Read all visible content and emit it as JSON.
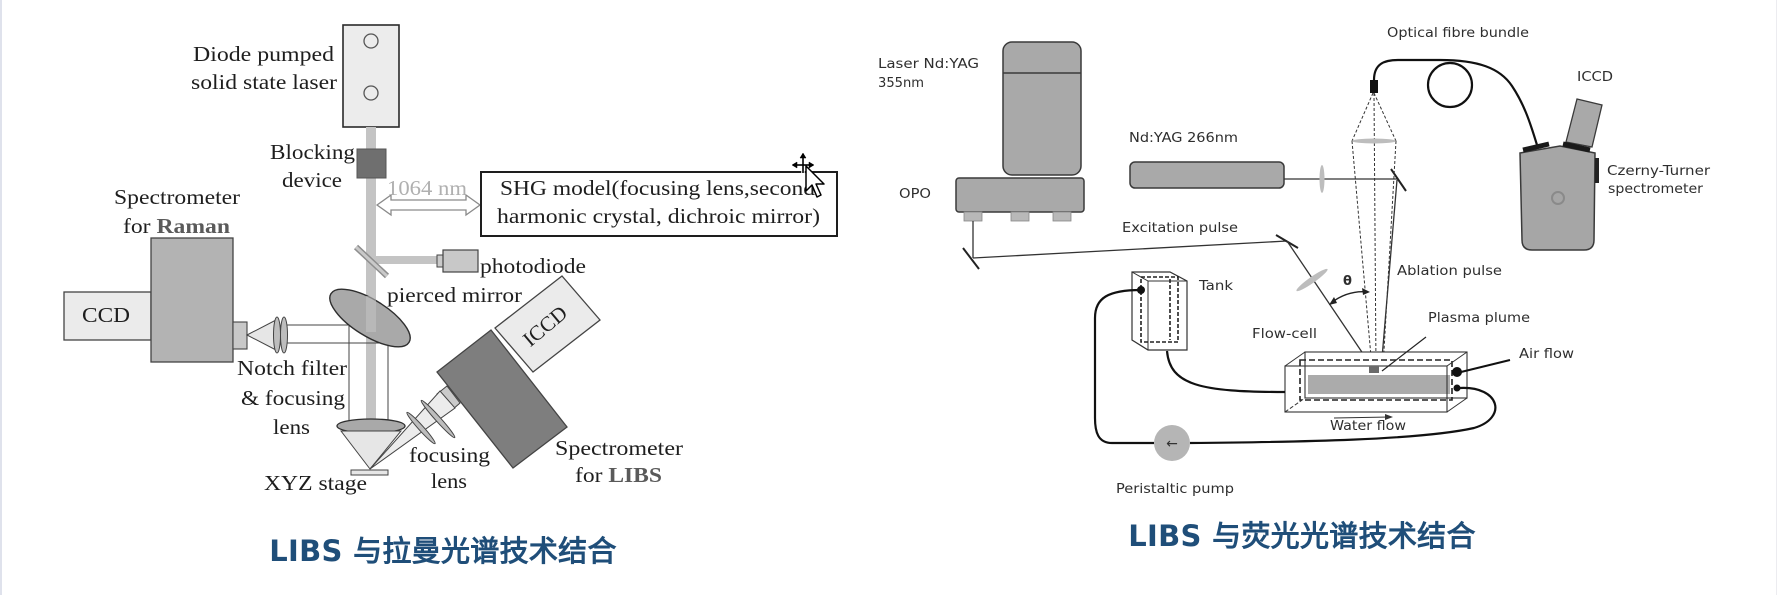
{
  "slide": {
    "left_figure": {
      "caption": "LIBS 与拉曼光谱技术结合",
      "laser_label": [
        "Diode pumped",
        "solid state laser"
      ],
      "blocking_label": [
        "Blocking",
        "device"
      ],
      "wavelength_label": "1064 nm",
      "shg_label": [
        "SHG model(focusing lens,second",
        "harmonic crystal, dichroic mirror)"
      ],
      "photodiode_label": "photodiode",
      "pierced_mirror_label": "pierced mirror",
      "raman_spectrometer_label": {
        "line1": "Spectrometer",
        "line2_prefix": "for ",
        "line2_emphasis": "Raman"
      },
      "ccd_label": "CCD",
      "notch_filter_label": [
        "Notch filter",
        "& focusing",
        "lens"
      ],
      "stage_label": "XYZ stage",
      "focusing_lens_label": [
        "focusing",
        "lens"
      ],
      "iccd_label": "ICCD",
      "libs_spectrometer_label": {
        "line1": "Spectrometer",
        "line2_prefix": "for ",
        "line2_emphasis": "LIBS"
      }
    },
    "right_figure": {
      "caption": "LIBS 与荧光光谱技术结合",
      "laser_355_label": [
        "Laser Nd:YAG",
        "355nm"
      ],
      "opo_label": "OPO",
      "laser_266_label": "Nd:YAG 266nm",
      "excitation_pulse_label": "Excitation pulse",
      "fibre_label": "Optical fibre bundle",
      "iccd_label": "ICCD",
      "spectrometer_label": [
        "Czerny-Turner",
        "spectrometer"
      ],
      "ablation_pulse_label": "Ablation pulse",
      "angle_label": "θ",
      "tank_label": "Tank",
      "flow_cell_label": "Flow-cell",
      "plasma_label": "Plasma plume",
      "air_flow_label": "Air flow",
      "water_flow_label": "Water flow",
      "pump_label": "Peristaltic pump",
      "pump_arrow": "←"
    }
  },
  "cursor": {
    "type": "arrow-with-move-indicator"
  },
  "colors": {
    "caption": "#1f4e79",
    "emphasis_text": "#5a5a5a",
    "beam": "#c4c4c4",
    "component_fill": "#a9a9a9"
  }
}
